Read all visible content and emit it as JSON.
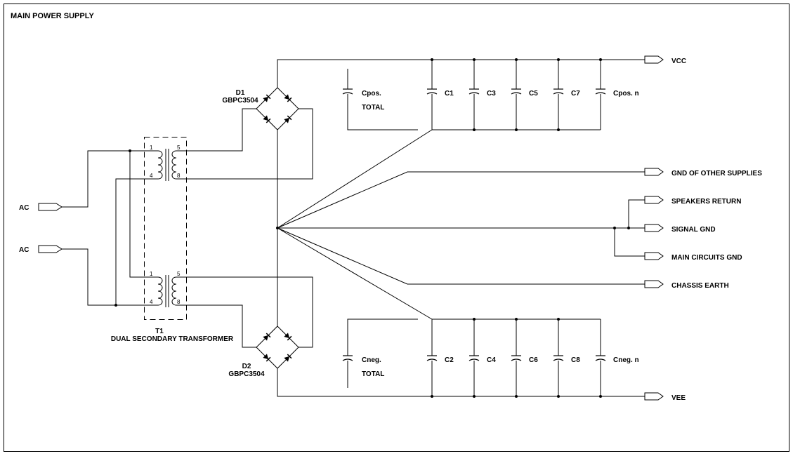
{
  "title": "MAIN POWER SUPPLY",
  "transformer": {
    "ref": "T1",
    "name": "DUAL SECONDARY TRANSFORMER",
    "pins": [
      "1",
      "4",
      "5",
      "8"
    ]
  },
  "bridges": [
    {
      "ref": "D1",
      "part": "GBPC3504"
    },
    {
      "ref": "D2",
      "part": "GBPC3504"
    }
  ],
  "inputs": [
    "AC",
    "AC"
  ],
  "pos_caps": {
    "total": [
      "Cpos.",
      "TOTAL"
    ],
    "items": [
      "C1",
      "C3",
      "C5",
      "C7",
      "Cpos. n"
    ]
  },
  "neg_caps": {
    "total": [
      "Cneg.",
      "TOTAL"
    ],
    "items": [
      "C2",
      "C4",
      "C6",
      "C8",
      "Cneg. n"
    ]
  },
  "ports": {
    "vcc": "VCC",
    "gnd_other": "GND OF OTHER SUPPLIES",
    "speakers": "SPEAKERS RETURN",
    "signal": "SIGNAL GND",
    "main_gnd": "MAIN CIRCUITS GND",
    "chassis": "CHASSIS EARTH",
    "vee": "VEE"
  }
}
